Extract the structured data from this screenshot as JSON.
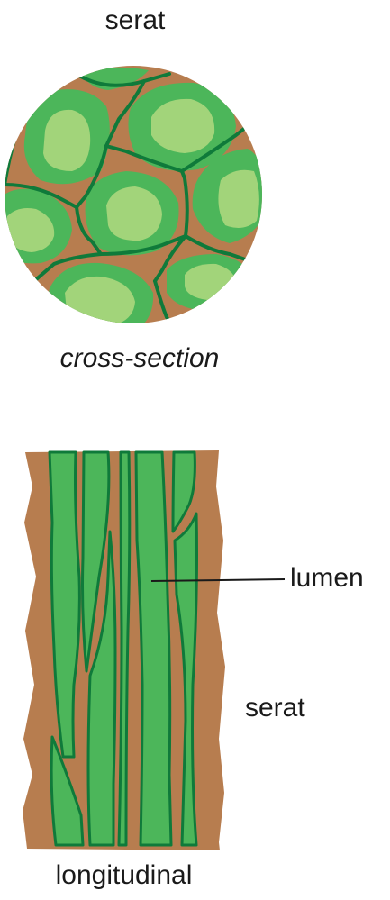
{
  "labels": {
    "top_title": "serat",
    "cross_caption": "cross-section",
    "lumen": "lumen",
    "side_serat": "serat",
    "longitudinal_caption": "longitudinal"
  },
  "colors": {
    "wall_brown": "#b77d4f",
    "cell_green": "#4cb65a",
    "lumen_light_green": "#a2d47a",
    "outline_dark_green": "#0f7a3a",
    "leader_line": "#1a1a1a"
  }
}
